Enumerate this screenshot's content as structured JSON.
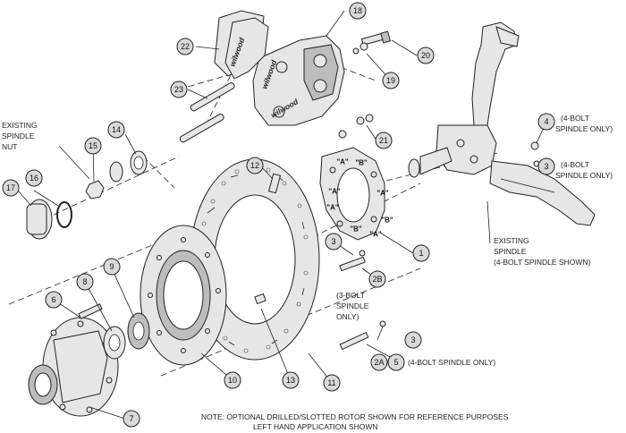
{
  "callouts": {
    "c1": "1",
    "c2a": "2A",
    "c2b": "2B",
    "c3a": "3",
    "c3b": "3",
    "c3c": "3",
    "c4": "4",
    "c5": "5",
    "c6": "6",
    "c7": "7",
    "c8": "8",
    "c9": "9",
    "c10": "10",
    "c11": "11",
    "c12": "12",
    "c13": "13",
    "c14": "14",
    "c15": "15",
    "c16": "16",
    "c17": "17",
    "c18": "18",
    "c19": "19",
    "c20": "20",
    "c21": "21",
    "c22": "22",
    "c23": "23"
  },
  "labels": {
    "existing_spindle_nut": [
      "EXISTING",
      "SPINDLE",
      "NUT"
    ],
    "four_bolt_a": [
      "(4-BOLT",
      "SPINDLE ONLY)"
    ],
    "four_bolt_b": [
      "(4-BOLT",
      "SPINDLE ONLY)"
    ],
    "existing_spindle": [
      "EXISTING",
      "SPINDLE",
      "(4-BOLT SPINDLE SHOWN)"
    ],
    "three_bolt": [
      "(3-BOLT",
      "SPINDLE",
      "ONLY)"
    ],
    "four_bolt_bottom": "(4-BOLT SPINDLE ONLY)"
  },
  "bracket_marks": {
    "a": "\"A\"",
    "b": "\"B\""
  },
  "note": {
    "line1": "NOTE: OPTIONAL DRILLED/SLOTTED ROTOR SHOWN FOR REFERENCE PURPOSES",
    "line2": "LEFT HAND APPLICATION SHOWN"
  },
  "caliper_logo": "wilwood"
}
